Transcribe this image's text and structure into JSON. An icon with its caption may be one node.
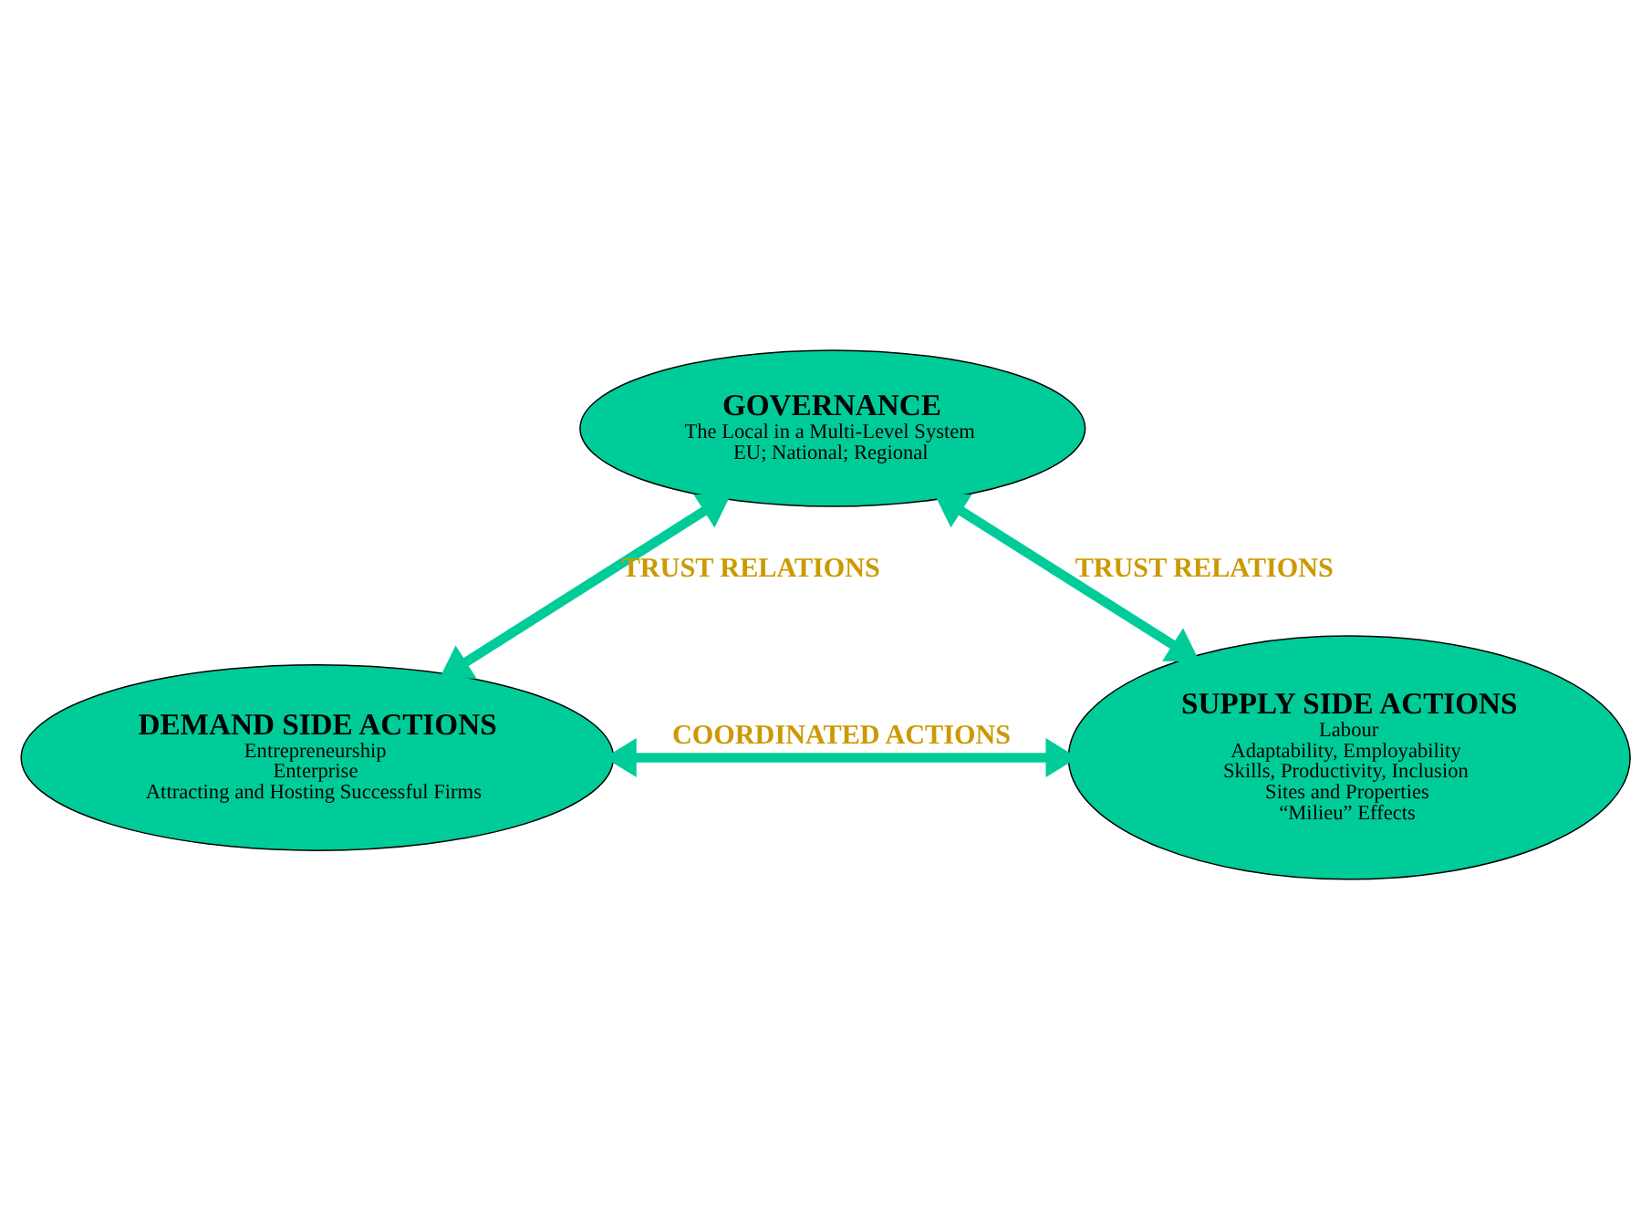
{
  "diagram": {
    "nodes": [
      {
        "text": [
          "GOVERNANCE",
          "The Local in a Multi-Level System",
          "EU; National; Regional"
        ]
      },
      {
        "text": [
          "DEMAND SIDE ACTIONS",
          "Entrepreneurship",
          "Enterprise",
          "Attracting and Hosting Successful Firms"
        ]
      },
      {
        "text": [
          "SUPPLY SIDE ACTIONS",
          "Labour",
          "Adaptability, Employability",
          "Skills, Productivity, Inclusion",
          "Sites and Properties",
          "“Milieu” Effects"
        ]
      }
    ],
    "edges": [
      {
        "from": 0,
        "to": 1,
        "arrow": "both",
        "label": "TRUST RELATIONS"
      },
      {
        "from": 0,
        "to": 2,
        "arrow": "both",
        "label": "TRUST RELATIONS"
      },
      {
        "from": 1,
        "to": 2,
        "arrow": "both",
        "label": "COORDINATED ACTIONS"
      }
    ]
  }
}
